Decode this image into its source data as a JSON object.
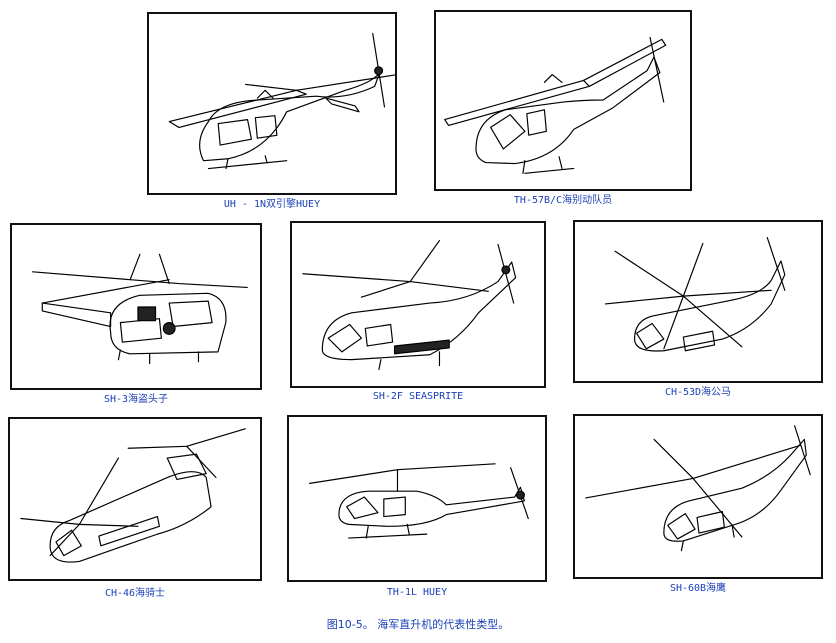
{
  "figure_caption": "图10-5。 海军直升机的代表性类型。",
  "panels": [
    {
      "caption": "UH - 1N双引擎HUEY"
    },
    {
      "caption": "TH-57B/C海别动队员"
    },
    {
      "caption": "SH-3海盗头子"
    },
    {
      "caption": "SH-2F SEASPRITE"
    },
    {
      "caption": "CH-53D海公马"
    },
    {
      "caption": "CH-46海骑士"
    },
    {
      "caption": "TH-1L HUEY"
    },
    {
      "caption": "SH-60B海鹰"
    }
  ]
}
